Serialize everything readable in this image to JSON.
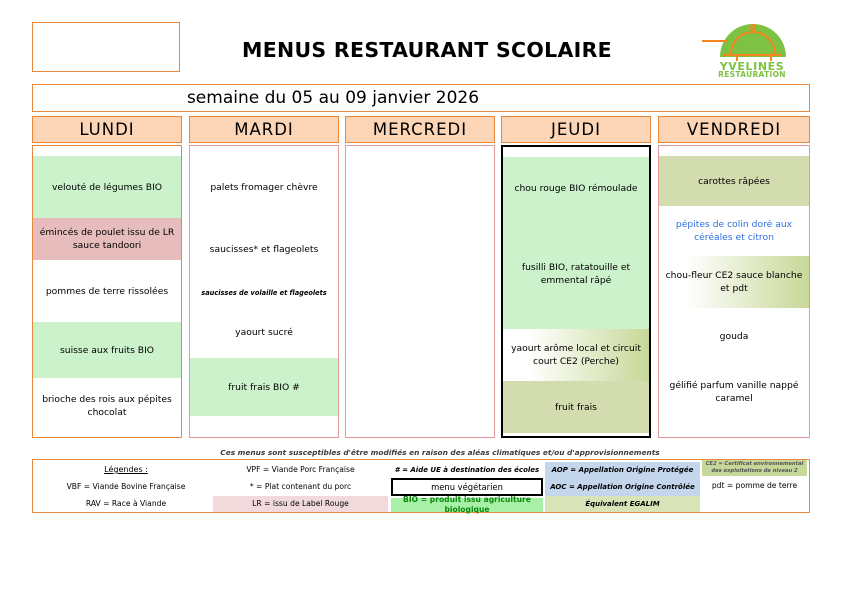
{
  "document": {
    "title": "MENUS RESTAURANT SCOLAIRE",
    "week": "semaine du 05 au 09 janvier 2026",
    "disclaimer": "Ces menus sont susceptibles d'être modifiés en raison des aléas climatiques et/ou d'approvisionnements"
  },
  "logo": {
    "line1": "YVELINES",
    "line2": "RESTAURATION"
  },
  "colors": {
    "header_bg": "#FBD5B5",
    "border_orange": "#E8883A",
    "bio_green": "#CCF2CC",
    "label_rouge_rose": "#E6BCBC",
    "egalim_olive": "#D2DCAE",
    "veg_border": "#000000",
    "fish_blue": "#2F6FE4"
  },
  "days": [
    {
      "name": "LUNDI",
      "vegetarian": false,
      "dishes": [
        {
          "text": "velouté de légumes BIO",
          "bg": "bg-green",
          "style": ""
        },
        {
          "text": "émincés de poulet issu de LR sauce tandoori",
          "bg": "bg-rose",
          "style": ""
        },
        {
          "text": "pommes de terre rissolées",
          "bg": "bg-white",
          "style": ""
        },
        {
          "text": "suisse aux fruits BIO",
          "bg": "bg-green",
          "style": ""
        },
        {
          "text": "brioche des rois aux pépites chocolat",
          "bg": "bg-white",
          "style": ""
        }
      ]
    },
    {
      "name": "MARDI",
      "vegetarian": false,
      "dishes": [
        {
          "text": "palets fromager chèvre",
          "bg": "bg-white",
          "style": ""
        },
        {
          "text": "saucisses* et flageolets",
          "bg": "bg-white",
          "style": ""
        },
        {
          "text": "saucisses de volaille et flageolets",
          "bg": "bg-white",
          "style": "small-italic"
        },
        {
          "text": "yaourt sucré",
          "bg": "bg-white",
          "style": ""
        },
        {
          "text": "fruit frais BIO #",
          "bg": "bg-green",
          "style": ""
        }
      ]
    },
    {
      "name": "MERCREDI",
      "vegetarian": false,
      "dishes": []
    },
    {
      "name": "JEUDI",
      "vegetarian": true,
      "dishes": [
        {
          "text": "chou rouge BIO rémoulade",
          "bg": "bg-green",
          "style": ""
        },
        {
          "text": "fusilli BIO, ratatouille et emmental râpé",
          "bg": "bg-green",
          "style": ""
        },
        {
          "text": "yaourt arôme local et circuit court CE2 (Perche)",
          "bg": "bg-grad-olive",
          "style": ""
        },
        {
          "text": "fruit frais",
          "bg": "bg-olive",
          "style": ""
        }
      ]
    },
    {
      "name": "VENDREDI",
      "vegetarian": false,
      "dishes": [
        {
          "text": "carottes râpées",
          "bg": "bg-olive",
          "style": ""
        },
        {
          "text": "pépites de colin doré aux céréales et citron",
          "bg": "bg-white",
          "style": "blue"
        },
        {
          "text": "chou-fleur CE2 sauce blanche et pdt",
          "bg": "bg-grad-olive",
          "style": ""
        },
        {
          "text": "gouda",
          "bg": "bg-white",
          "style": ""
        },
        {
          "text": "gélifié parfum vanille nappé caramel",
          "bg": "bg-white",
          "style": ""
        }
      ]
    }
  ],
  "legend": {
    "title": "Légendes :",
    "items": [
      {
        "text": "VBF = Viande Bovine Française",
        "bg": "bg-white"
      },
      {
        "text": "RAV = Race à Viande",
        "bg": "bg-white"
      },
      {
        "text": "VPF = Viande Porc Française",
        "bg": "bg-white"
      },
      {
        "text": "* = Plat contenant du porc",
        "bg": "bg-white"
      },
      {
        "text": "LR = issu de Label Rouge",
        "bg": "bg-pinkish"
      },
      {
        "text": "# = Aide UE à destination des écoles",
        "bg": "bg-white"
      },
      {
        "text": "menu végétarien",
        "bg": "bg-white"
      },
      {
        "text": "BIO = produit issu agriculture biologique",
        "bg": "bg-greenish"
      },
      {
        "text": "AOP = Appellation Origine Protégée",
        "bg": "bg-blueish"
      },
      {
        "text": "AOC = Appellation Origine Contrôlée",
        "bg": "bg-blueish"
      },
      {
        "text": "Équivalent EGALIM",
        "bg": "bg-olive2"
      },
      {
        "text": "CE2 = Certificat environnemental des exploitations de niveau 2",
        "bg": "bg-olivetop"
      },
      {
        "text": "pdt = pomme de terre",
        "bg": "bg-white"
      }
    ]
  }
}
